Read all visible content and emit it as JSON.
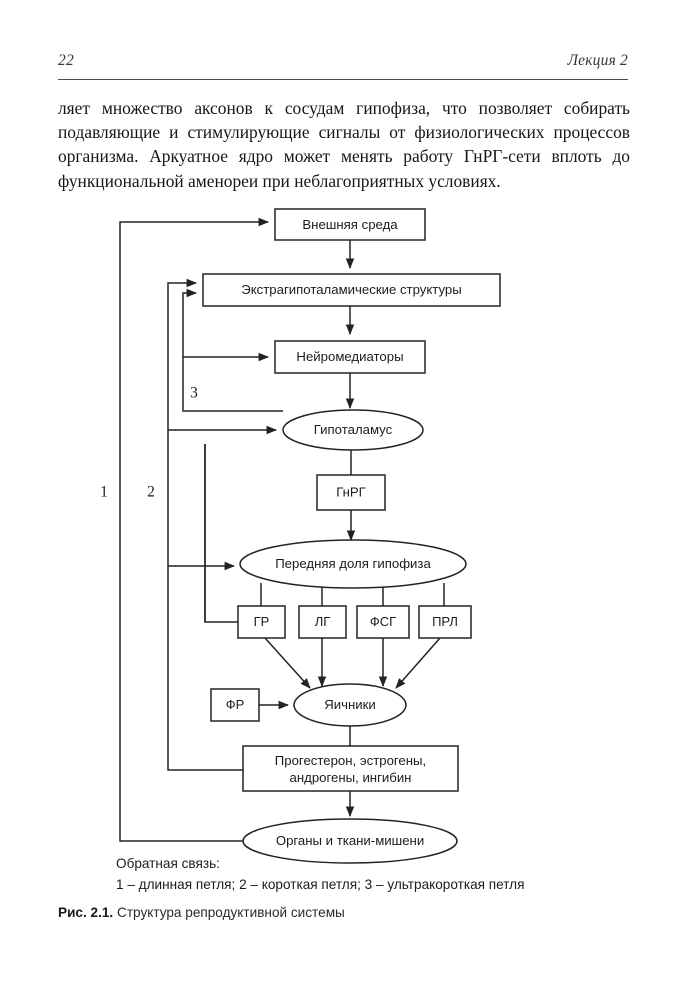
{
  "header": {
    "folio": "22",
    "running_title": "Лекция 2"
  },
  "body": {
    "paragraph": "ляет множество аксонов к сосудам гипофиза, что позволяет собирать подавляющие и стимулирующие сигналы от физиологических процессов организма. Аркуатное ядро может менять работу ГнРГ-сети вплоть до функциональной аменореи при неблагоприятных условиях."
  },
  "figure": {
    "nodes": {
      "external_environment": "Внешняя среда",
      "extrahypothalamic": "Экстрагипоталамические структуры",
      "neurotransmitters": "Нейромедиаторы",
      "hypothalamus": "Гипоталамус",
      "gnrh": "ГнРГ",
      "anterior_pituitary": "Передняя доля гипофиза",
      "gh": "ГР",
      "lh": "ЛГ",
      "fsh": "ФСГ",
      "prl": "ПРЛ",
      "growth_factors": "ФР",
      "ovaries": "Яичники",
      "steroids_line1": "Прогестерон, эстрогены,",
      "steroids_line2": "андрогены, ингибин",
      "target_organs": "Органы и ткани-мишени"
    },
    "loop_numbers": {
      "long": "1",
      "short": "2",
      "ultrashort": "3"
    },
    "legend": {
      "title": "Обратная связь:",
      "items": "1 – длинная петля; 2 – короткая петля; 3 – ультракороткая петля"
    },
    "caption": {
      "prefix": "Рис. 2.1.",
      "text": " Структура репродуктивной системы"
    }
  },
  "colors": {
    "ink": "#232327",
    "text": "#1c1c20",
    "rule": "#4a4a50",
    "paper": "#ffffff"
  }
}
